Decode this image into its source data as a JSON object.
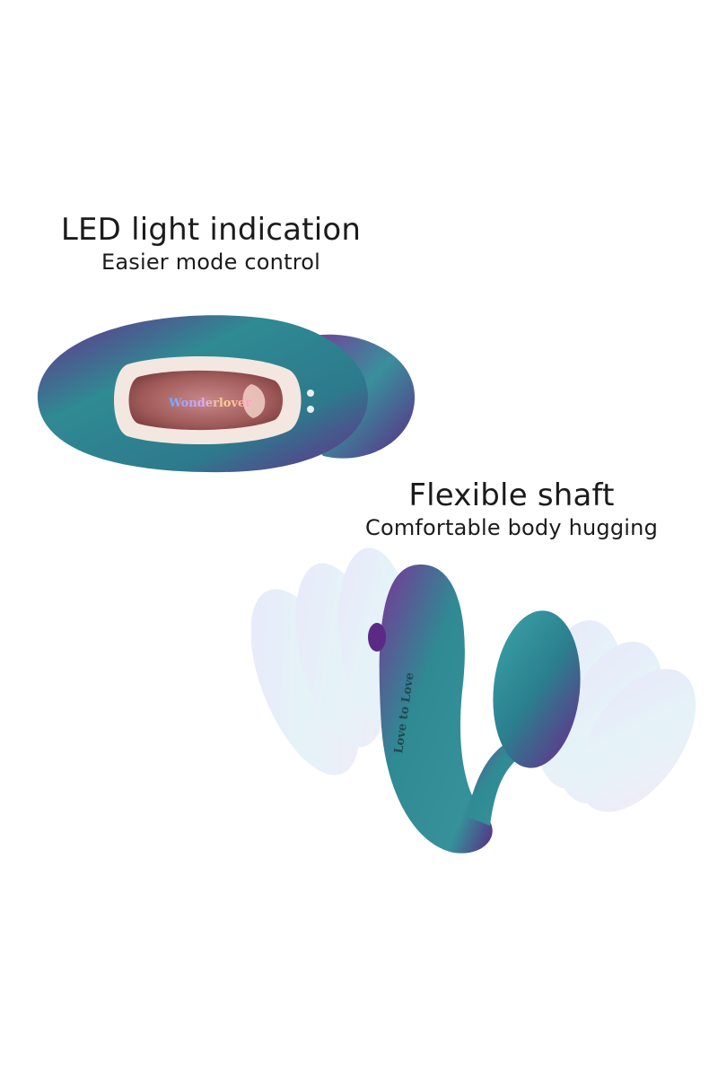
{
  "features": [
    {
      "title": "LED light indication",
      "subtitle": "Easier mode control"
    },
    {
      "title": "Flexible shaft",
      "subtitle": "Comfortable body hugging"
    }
  ],
  "device": {
    "brand_logo": "Wonderlover",
    "engraving": "Love to Love"
  },
  "colors": {
    "body_teal": "#2f8a93",
    "body_purple": "#6a2a8c",
    "inner_rose": "#a46060",
    "rim_cream": "#f4e7e1",
    "text": "#1b1b1b"
  }
}
